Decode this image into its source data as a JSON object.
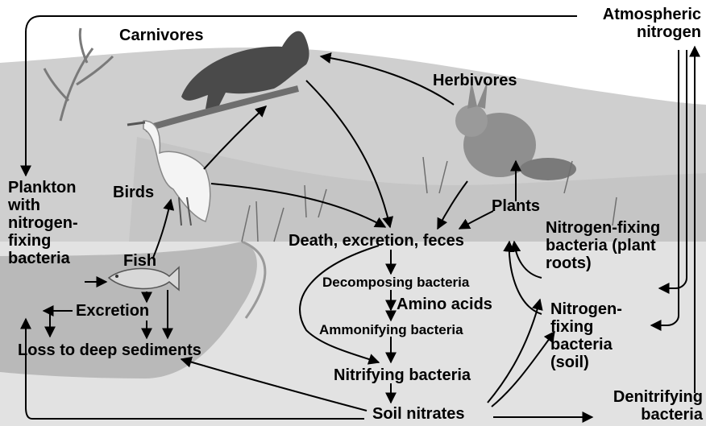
{
  "labels": {
    "carnivores": "Carnivores",
    "atmospheric_nitrogen": "Atmospheric nitrogen",
    "herbivores": "Herbivores",
    "plankton": "Plankton with nitrogen-fixing bacteria",
    "birds": "Birds",
    "plants": "Plants",
    "death": "Death, excretion, feces",
    "fish": "Fish",
    "nf_roots": "Nitrogen-fixing bacteria (plant roots)",
    "nf_soil": "Nitrogen-fixing bacteria (soil)",
    "decomposing": "Decomposing bacteria",
    "amino": "Amino acids",
    "ammonifying": "Ammonifying bacteria",
    "excretion": "Excretion",
    "loss": "Loss to deep sediments",
    "nitrifying": "Nitrifying bacteria",
    "soil_nitrates": "Soil nitrates",
    "denitrifying": "Denitrifying bacteria"
  },
  "colors": {
    "sky": "#ffffff",
    "hill": "#c9c9c9",
    "ground": "#dedede",
    "water": "#bdbdbd",
    "arrow": "#000000"
  }
}
